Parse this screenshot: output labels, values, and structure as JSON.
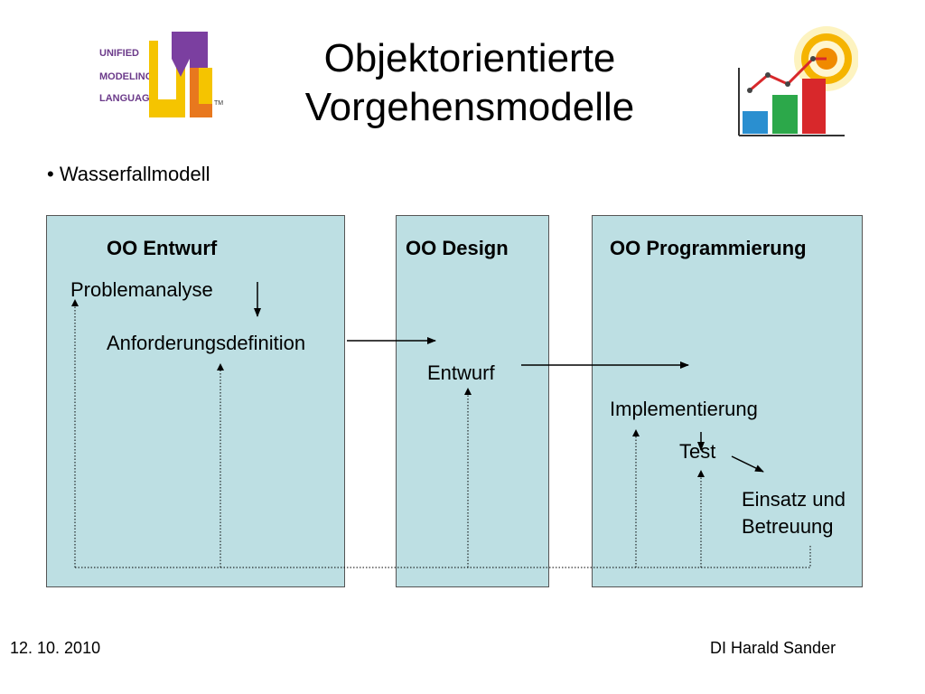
{
  "title": {
    "line1": "Objektorientierte",
    "line2": "Vorgehensmodelle"
  },
  "bullet": "• Wasserfallmodell",
  "uml_logo": {
    "line1": "UNIFIED",
    "line2": "MODELING",
    "line3": "LANGUAGE",
    "letters": "UML",
    "tm": "TM"
  },
  "phases": {
    "entwurf": "OO Entwurf",
    "design": "OO Design",
    "programmierung": "OO Programmierung"
  },
  "steps": {
    "problemanalyse": "Problemanalyse",
    "anforderungsdefinition": "Anforderungsdefinition",
    "entwurf": "Entwurf",
    "implementierung": "Implementierung",
    "test": "Test",
    "einsatz_line1": "Einsatz und",
    "einsatz_line2": "Betreuung"
  },
  "footer": {
    "date": "12. 10. 2010",
    "author": "DI Harald Sander"
  },
  "colors": {
    "panel": "#bddfe3",
    "uml_yellow": "#f5c400",
    "uml_purple": "#7b3fa0",
    "uml_orange": "#e8781e"
  }
}
